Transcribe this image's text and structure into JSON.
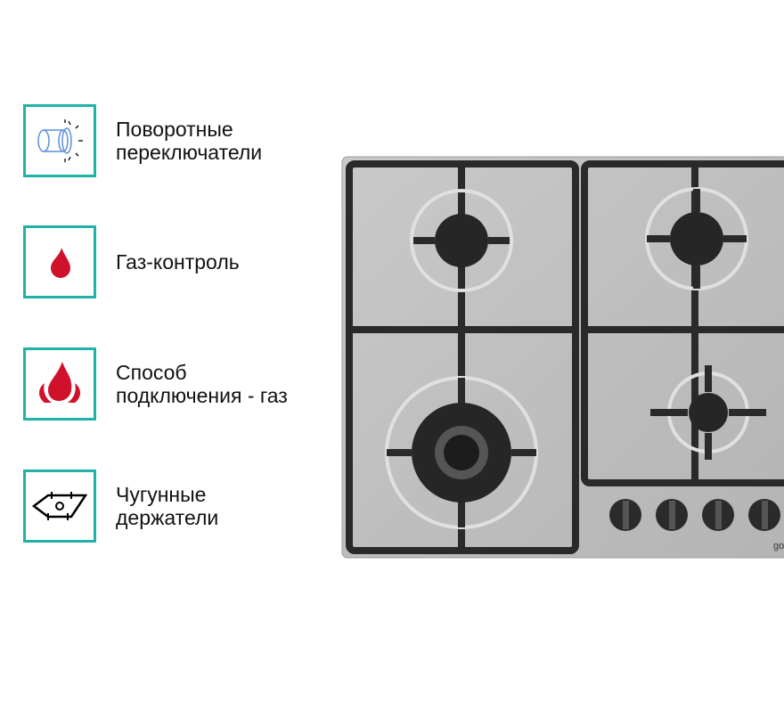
{
  "features": [
    {
      "label": "Поворотные\nпереключатели",
      "icon": "rotary-knob-icon"
    },
    {
      "label": "Газ-контроль",
      "icon": "gas-drop-icon"
    },
    {
      "label": "Способ\nподключения - газ",
      "icon": "flame-icon"
    },
    {
      "label": "Чугунные\nдержатели",
      "icon": "cast-iron-grate-icon"
    }
  ],
  "product": {
    "logo_text": "go",
    "image": "gas-hob-4-burners"
  },
  "colors": {
    "frame": "#1fb2a6",
    "icon_red": "#d0112b",
    "icon_blue": "#5b8fd6"
  }
}
